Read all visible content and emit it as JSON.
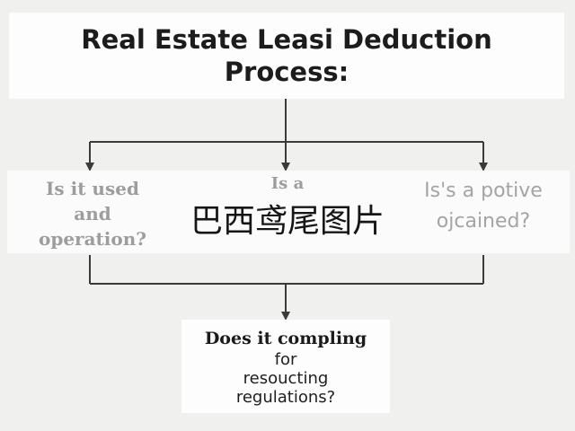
{
  "title": {
    "line1": "Real Estate Leasi Deduction",
    "line2": "Process:"
  },
  "questions": [
    {
      "lines": [
        "Is it used",
        "and",
        "operation?"
      ]
    },
    {
      "lines": [
        "Is a"
      ]
    },
    {
      "lines": [
        "Is's a potive",
        "ojcained?"
      ]
    }
  ],
  "overlay_text": "巴西鸢尾图片",
  "final_question": {
    "heading": "Does it compling",
    "lines": [
      "for",
      "resoucting",
      "regulations?"
    ]
  },
  "colors": {
    "background": "#f0f0ee",
    "box": "#fdfdfd",
    "title_text": "#1c1c1c",
    "faded_text": "#9d9d9d",
    "connector": "#3a3a3a"
  }
}
